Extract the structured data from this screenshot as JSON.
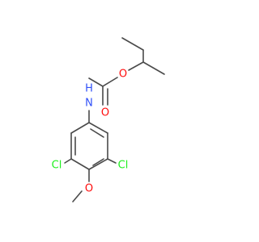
{
  "colors": {
    "bond": "#4a4a4a",
    "oxygen": "#ff0d0d",
    "nitrogen": "#3050f8",
    "chlorine": "#1ff01f",
    "carbon": "#4a4a4a"
  },
  "atoms": {
    "o_ether": {
      "label": "O",
      "element": "oxygen"
    },
    "o_carbonyl": {
      "label": "O",
      "element": "oxygen"
    },
    "nh": {
      "label": "H",
      "element": "nitrogen"
    },
    "nh_n": {
      "label": "N",
      "element": "nitrogen"
    },
    "cl_left": {
      "label": "Cl",
      "element": "chlorine"
    },
    "cl_right": {
      "label": "Cl",
      "element": "chlorine"
    },
    "o_methoxy": {
      "label": "O",
      "element": "oxygen"
    }
  }
}
